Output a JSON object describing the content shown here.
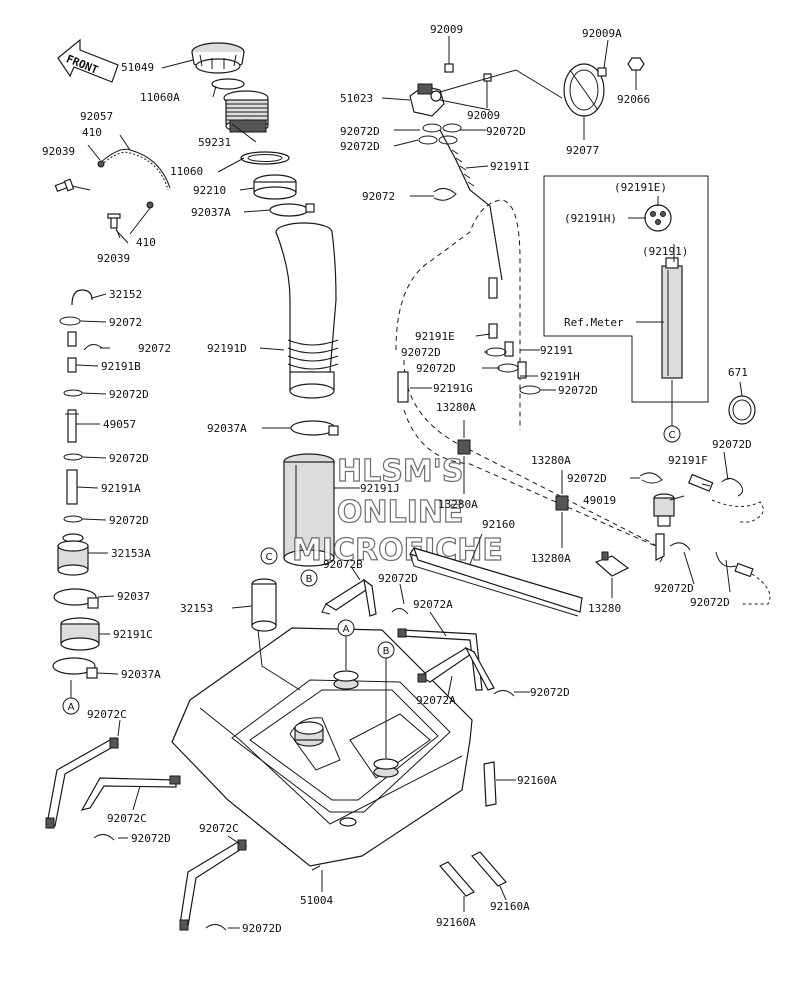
{
  "diagram": {
    "front_label": "FRONT",
    "ref_meter_label": "Ref.Meter",
    "watermark": [
      "HLSM'S",
      "ONLINE",
      "MICROFICHE"
    ],
    "callouts": [
      "A",
      "B",
      "C"
    ],
    "parts": {
      "p51049": "51049",
      "p11060a": "11060A",
      "p59231": "59231",
      "p11060": "11060",
      "p92210": "92210",
      "p92037a_top": "92037A",
      "p92191d": "92191D",
      "p92037a_mid": "92037A",
      "p92191j": "92191J",
      "p92057": "92057",
      "p410_a": "410",
      "p92039_a": "92039",
      "p410_b": "410",
      "p92039_b": "92039",
      "p32152": "32152",
      "p92072_l": "92072",
      "p92072_l2": "92072",
      "p92191b": "92191B",
      "p92072d_l1": "92072D",
      "p49057": "49057",
      "p92072d_l2": "92072D",
      "p92191a": "92191A",
      "p92072d_l3": "92072D",
      "p32153a": "32153A",
      "p92037": "92037",
      "p92191c": "92191C",
      "p92037a_low": "92037A",
      "p92072c_1": "92072C",
      "p92072c_2": "92072C",
      "p92072d_b1": "92072D",
      "p92072c_3": "92072C",
      "p92072d_b2": "92072D",
      "p51004": "51004",
      "p32153": "32153",
      "p92072b": "92072B",
      "p92072d_c1": "92072D",
      "p92072a_1": "92072A",
      "p92072a_2": "92072A",
      "p92072d_c2": "92072D",
      "p92160a_1": "92160A",
      "p92160a_2": "92160A",
      "p92160a_3": "92160A",
      "p92009_1": "92009",
      "p92009a": "92009A",
      "p51023": "51023",
      "p92009_2": "92009",
      "p92066": "92066",
      "p92072d_t1": "92072D",
      "p92072d_t2": "92072D",
      "p92072d_t3": "92072D",
      "p92077": "92077",
      "p92191i": "92191I",
      "p92072_t": "92072",
      "p92191e_box": "(92191E)",
      "p92191h_box": "(92191H)",
      "p92191_box": "(92191)",
      "p92191e": "92191E",
      "p92072d_m1": "92072D",
      "p92191": "92191",
      "p92072d_m2": "92072D",
      "p92191h": "92191H",
      "p92072d_m3": "92072D",
      "p92191g": "92191G",
      "p13280a_1": "13280A",
      "p13280a_2": "13280A",
      "p13280a_3": "13280A",
      "p13280a_4": "13280A",
      "p92160": "92160",
      "p13280": "13280",
      "p671": "671",
      "p92072d_r1": "92072D",
      "p92191f": "92191F",
      "p92072d_r2": "92072D",
      "p49019": "49019",
      "p92072d_r3": "92072D",
      "p92072d_r4": "92072D"
    }
  }
}
